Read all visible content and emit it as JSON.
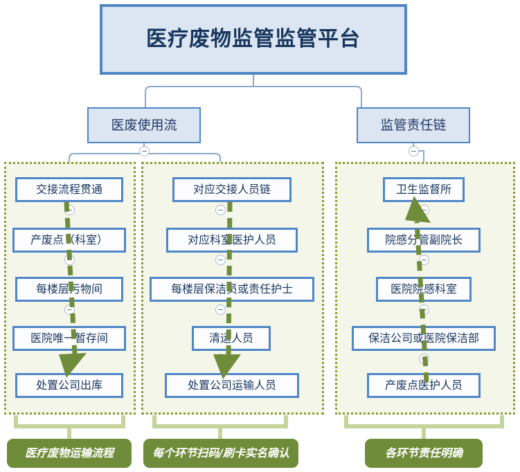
{
  "diagram": {
    "title": {
      "label": "医疗废物监管监管平台",
      "fill": "#dce6f2",
      "border": "#4f86c6",
      "text_color": "#17365d"
    },
    "level2": [
      {
        "label": "医废使用流"
      },
      {
        "label": "监管责任链"
      }
    ],
    "columns": [
      {
        "name": "column-1",
        "arrow_direction": "down",
        "nodes": [
          {
            "label": "交接流程贯通"
          },
          {
            "label": "产废点（科室）"
          },
          {
            "label": "每楼层污物间"
          },
          {
            "label": "医院唯一暂存间"
          },
          {
            "label": "处置公司出库"
          }
        ],
        "callout": {
          "label": "医疗废物运输流程"
        }
      },
      {
        "name": "column-2",
        "arrow_direction": "down",
        "nodes": [
          {
            "label": "对应交接人员链"
          },
          {
            "label": "对应科室医护人员"
          },
          {
            "label": "每楼层保洁员或责任护士"
          },
          {
            "label": "清运人员"
          },
          {
            "label": "处置公司运输人员"
          }
        ],
        "callout": {
          "label": "每个环节扫码/刷卡实名确认"
        }
      },
      {
        "name": "column-3",
        "arrow_direction": "up",
        "nodes": [
          {
            "label": "卫生监督所"
          },
          {
            "label": "院感分管副院长"
          },
          {
            "label": "医院院感科室"
          },
          {
            "label": "保洁公司或医院保洁部"
          },
          {
            "label": "产废点医护人员"
          }
        ],
        "callout": {
          "label": "各环节责任明确"
        }
      }
    ],
    "icons": {
      "collapse": "minus-circle-icon"
    },
    "colors": {
      "node_border_blue": "#4f86c6",
      "node_fill_blue": "#dce6f2",
      "group_fill": "#f4f6e9",
      "group_border_olive": "#8a9a32",
      "flow_arrow_green": "#6f8c3a",
      "callout_green": "#6f8c3a",
      "bracket_green": "#c4d49a",
      "connector_blue": "#8aa9cd"
    }
  }
}
